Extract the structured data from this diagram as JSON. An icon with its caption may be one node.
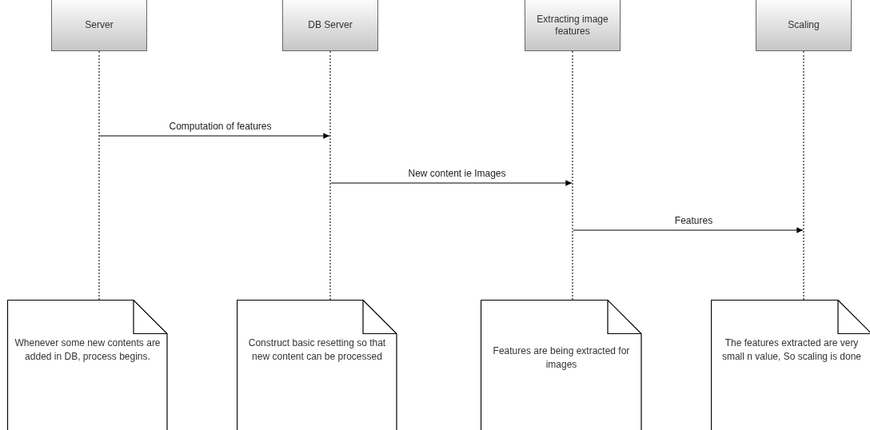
{
  "diagram": {
    "nodes": [
      {
        "text": [
          "Server"
        ]
      },
      {
        "text": [
          "DB Server"
        ]
      },
      {
        "text": [
          "Extracting image features"
        ]
      },
      {
        "text": [
          "Scaling"
        ]
      },
      {
        "text": [],
        "shape": "line"
      },
      {
        "text": [],
        "shape": "line"
      },
      {
        "text": [],
        "shape": "line"
      },
      {
        "text": [],
        "shape": "line"
      },
      {
        "text": [
          "Whenever some new contents are added in DB, process begins."
        ]
      },
      {
        "text": [
          "Construct basic resetting so that new content can be processed"
        ]
      },
      {
        "text": [
          "Features are being extracted for images"
        ]
      },
      {
        "text": [
          "The features extracted are very small n value, So scaling is done"
        ]
      }
    ],
    "edges": [
      {
        "from": 4,
        "to": 5,
        "arrow": "to",
        "label": "Computation of features"
      },
      {
        "from": 5,
        "to": 6,
        "arrow": "to",
        "label": "New content ie Images"
      },
      {
        "from": 6,
        "to": 7,
        "arrow": "to",
        "label": "Features"
      }
    ]
  }
}
